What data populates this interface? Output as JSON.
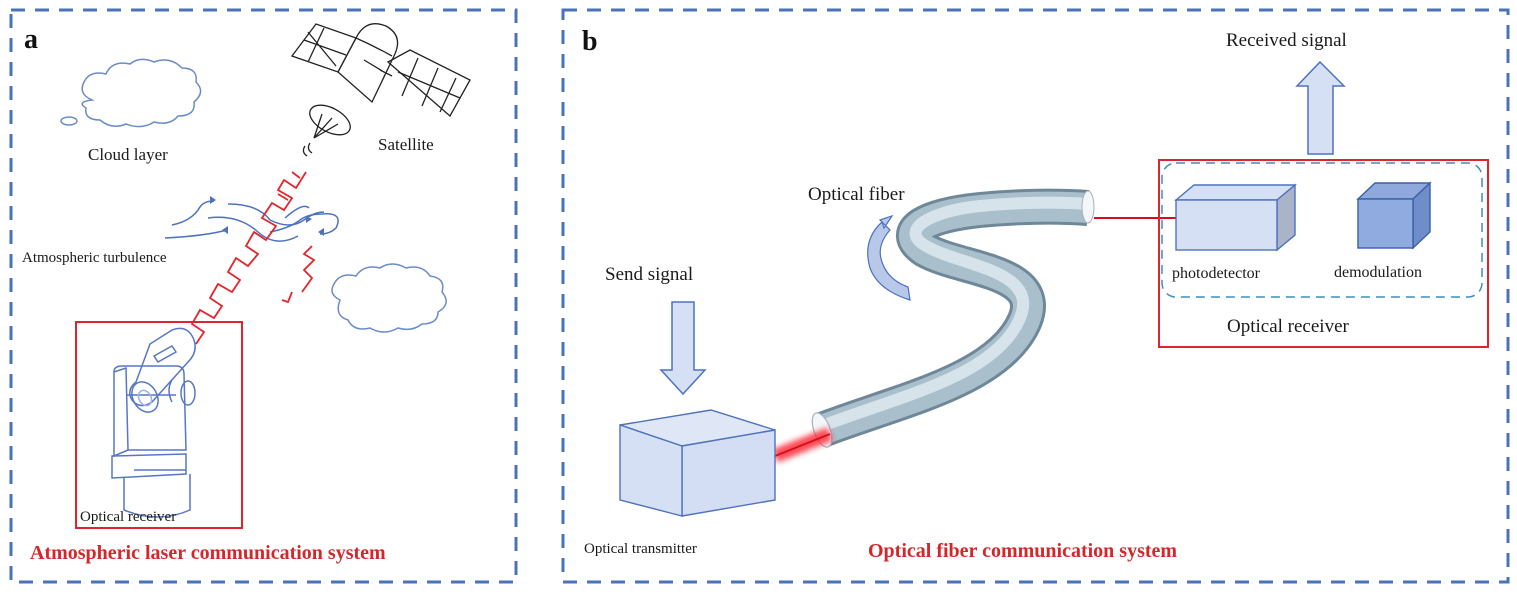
{
  "colors": {
    "panel_border": "#4a72b8",
    "red_highlight": "#d9272d",
    "line_blue": "#4f72bd",
    "box_fill_light": "#d6e0f4",
    "box_fill_dark": "#8fa9dc",
    "fiber": "#b4c6d3",
    "laser": "#ff1f2e"
  },
  "panel_a": {
    "letter": "a",
    "caption": "Atmospheric laser communication system",
    "labels": {
      "cloud_layer": "Cloud layer",
      "satellite": "Satellite",
      "turbulence": "Atmospheric turbulence",
      "receiver": "Optical receiver"
    }
  },
  "panel_b": {
    "letter": "b",
    "caption": "Optical fiber communication system",
    "labels": {
      "received_signal": "Received signal",
      "optical_fiber": "Optical fiber",
      "send_signal": "Send signal",
      "transmitter": "Optical transmitter",
      "photodetector": "photodetector",
      "demodulation": "demodulation",
      "receiver": "Optical receiver"
    }
  }
}
